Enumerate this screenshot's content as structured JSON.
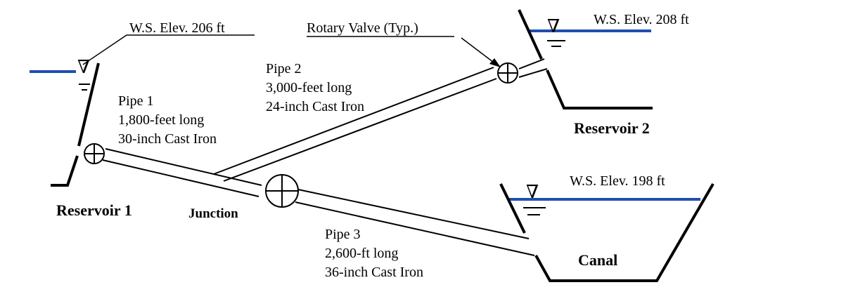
{
  "reservoir1": {
    "name": "Reservoir 1",
    "ws_elev": "W.S. Elev. 206 ft"
  },
  "reservoir2": {
    "name": "Reservoir 2",
    "ws_elev": "W.S. Elev. 208 ft"
  },
  "canal": {
    "name": "Canal",
    "ws_elev": "W.S. Elev. 198 ft"
  },
  "junction": {
    "name": "Junction"
  },
  "valve_note": "Rotary Valve (Typ.)",
  "pipes": [
    {
      "name": "Pipe 1",
      "length": "1,800-feet long",
      "material": "30-inch Cast Iron"
    },
    {
      "name": "Pipe 2",
      "length": "3,000-feet long",
      "material": "24-inch Cast Iron"
    },
    {
      "name": "Pipe 3",
      "length": "2,600-ft long",
      "material": "36-inch Cast Iron"
    }
  ],
  "colors": {
    "water": "#1f4fb0",
    "line": "#000000"
  },
  "water_symbol": "∇"
}
